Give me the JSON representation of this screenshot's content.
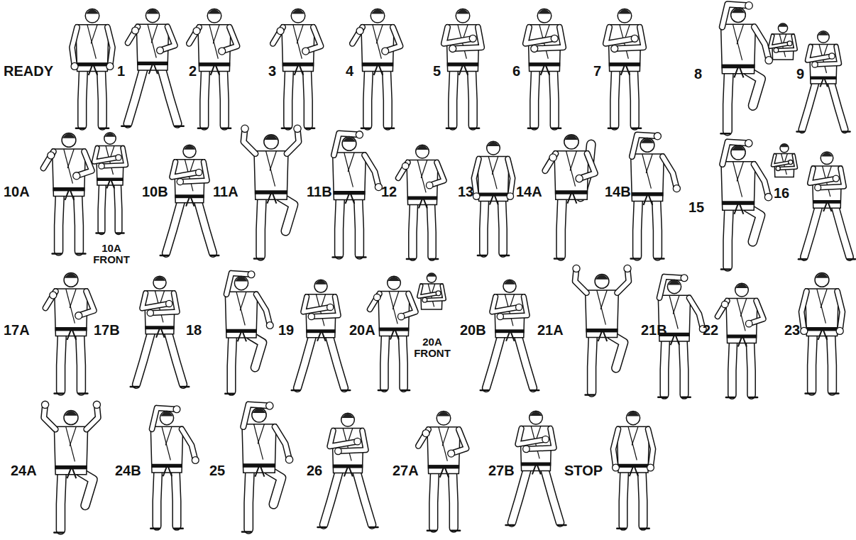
{
  "diagram": {
    "labels": [
      "READY",
      "1",
      "2",
      "3",
      "4",
      "5",
      "6",
      "7",
      "8",
      "9",
      "10A",
      "10A FRONT",
      "10B",
      "11A",
      "11B",
      "12",
      "13",
      "14A",
      "14B",
      "15",
      "16",
      "17A",
      "17B",
      "18",
      "19",
      "20A",
      "20A FRONT",
      "20B",
      "21A",
      "21B",
      "22",
      "23",
      "24A",
      "24B",
      "25",
      "26",
      "27A",
      "27B",
      "STOP"
    ]
  }
}
